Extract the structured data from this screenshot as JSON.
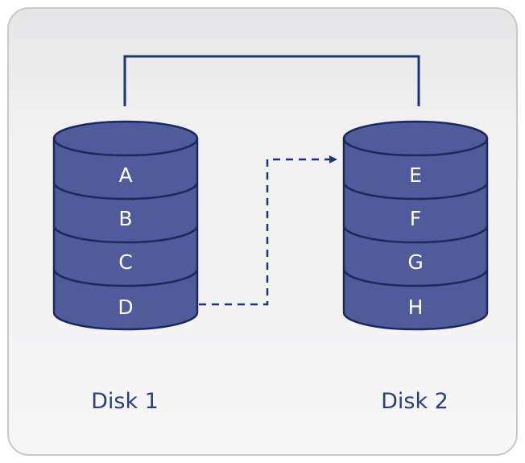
{
  "disks": [
    {
      "caption": "Disk 1",
      "segments": [
        "A",
        "B",
        "C",
        "D"
      ]
    },
    {
      "caption": "Disk 2",
      "segments": [
        "E",
        "F",
        "G",
        "H"
      ]
    }
  ],
  "colors": {
    "panel_fill": "#eeeeef",
    "panel_border": "#c8c8c8",
    "disk_fill": "#4f5b9a",
    "disk_stroke": "#1d2a5c",
    "connector": "#1f3473",
    "caption_text": "#2b3f7e",
    "segment_text": "#ffffff"
  }
}
